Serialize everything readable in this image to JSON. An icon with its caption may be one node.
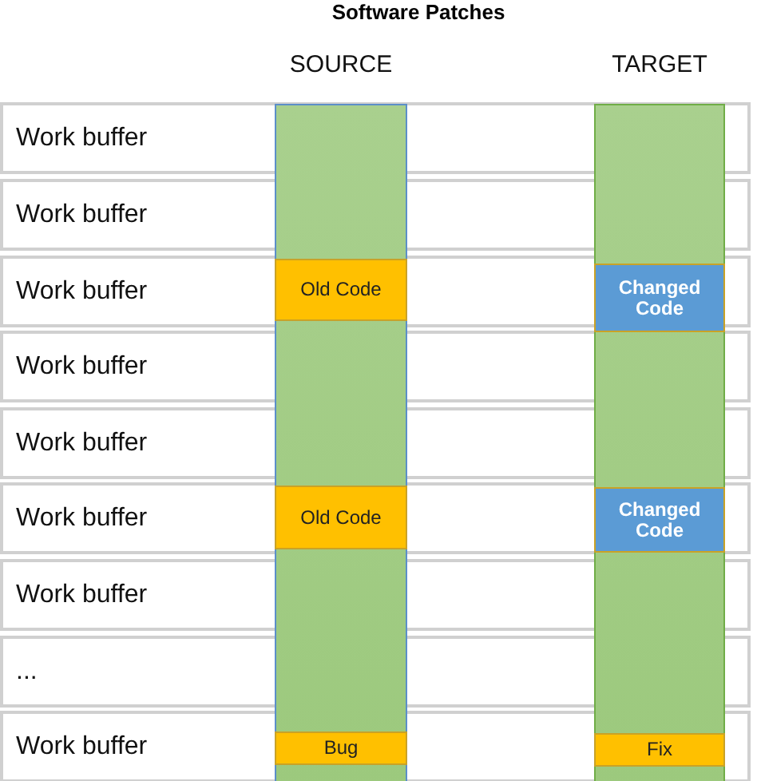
{
  "diagram": {
    "title": "Software Patches",
    "nodes": [
      {
        "text": [
          "SOURCE"
        ]
      },
      {
        "text": [
          "TARGET"
        ]
      },
      {
        "text": [
          "Work buffer"
        ]
      },
      {
        "text": [
          "Work buffer"
        ]
      },
      {
        "text": [
          "Work buffer"
        ]
      },
      {
        "text": [
          "Work buffer"
        ]
      },
      {
        "text": [
          "Work buffer"
        ]
      },
      {
        "text": [
          "Work buffer"
        ]
      },
      {
        "text": [
          "Work buffer"
        ]
      },
      {
        "text": [
          "..."
        ]
      },
      {
        "text": [
          "Work buffer"
        ]
      },
      {
        "text": [
          "Old Code"
        ]
      },
      {
        "text": [
          "Old Code"
        ]
      },
      {
        "text": [
          "Bug"
        ]
      },
      {
        "text": [
          "Changed Code"
        ]
      },
      {
        "text": [
          "Changed Code"
        ]
      },
      {
        "text": [
          "Fix"
        ]
      }
    ],
    "edges": []
  }
}
